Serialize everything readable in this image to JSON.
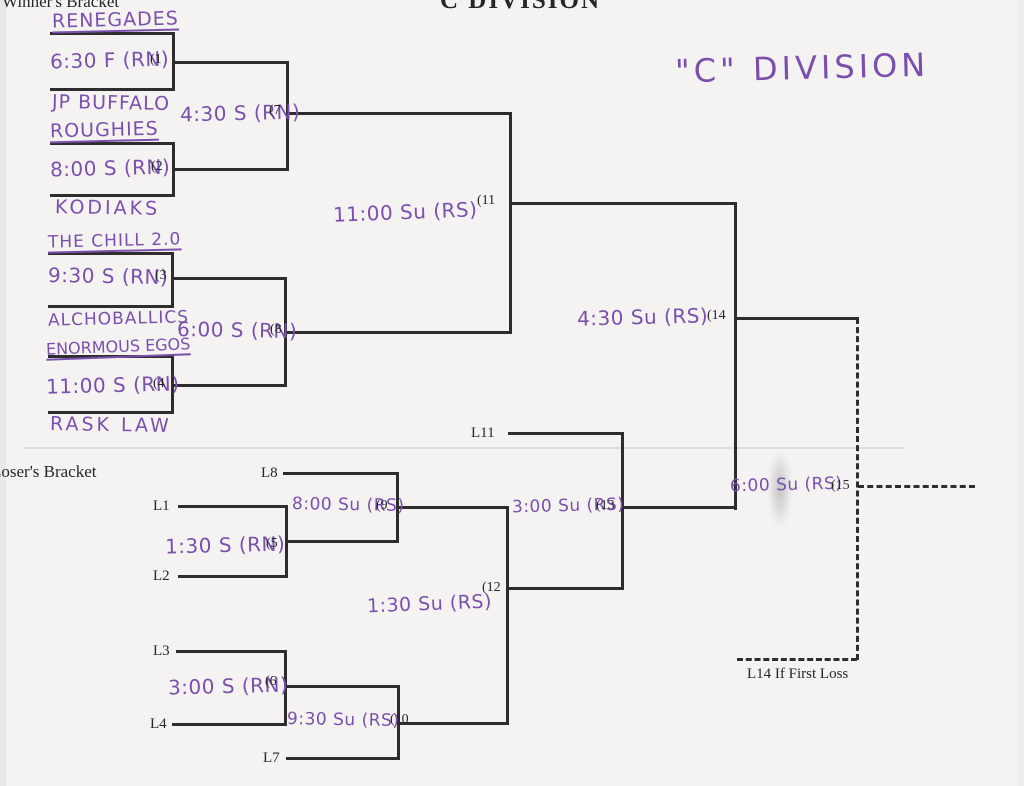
{
  "header": {
    "printed_title": "C DIVISION",
    "handwritten_title": "\"C\" DIVISION",
    "winners_label": "Winner's Bracket",
    "losers_label": "Loser's Bracket",
    "l14_note": "L14 If First Loss"
  },
  "colors": {
    "ink": "#7b4fae",
    "print": "#26262c",
    "line": "#2d2d2d",
    "paper": "#f4f3f1"
  },
  "teams": [
    "RENEGADES",
    "JP BUFFALO",
    "ROUGHIES",
    "KODIAKS",
    "THE CHILL 2.0",
    "ALCHOBALLICS",
    "ENORMOUS EGOS",
    "RASK LAW"
  ],
  "loser_slots": {
    "l1": "L1",
    "l2": "L2",
    "l3": "L3",
    "l4": "L4",
    "l7": "L7",
    "l8": "L8",
    "l11": "L11"
  },
  "games": {
    "g1": {
      "num": "(1",
      "time": "6:30 F (RN)"
    },
    "g2": {
      "num": "(2",
      "time": "8:00 S (RN)"
    },
    "g3": {
      "num": "(3",
      "time": "9:30 S (RN)"
    },
    "g4": {
      "num": "(4",
      "time": "11:00 S (RN)"
    },
    "g5": {
      "num": "(5",
      "time": "1:30 S (RN)"
    },
    "g6": {
      "num": "(6",
      "time": "3:00 S (RN)"
    },
    "g7": {
      "num": "(7",
      "time": "4:30 S (RN)"
    },
    "g8": {
      "num": "(8",
      "time": "6:00 S (RN)"
    },
    "g9": {
      "num": "(9",
      "time": "8:00 Su (RS)"
    },
    "g10": {
      "num": "(10",
      "time": "9:30 Su (RS)"
    },
    "g11": {
      "num": "(11",
      "time": "11:00 Su (RS)"
    },
    "g12": {
      "num": "(12",
      "time": "1:30 Su (RS)"
    },
    "g13": {
      "num": "(13",
      "time": "3:00 Su (RS)"
    },
    "g14": {
      "num": "(14",
      "time": "4:30 Su (RS)"
    },
    "g15": {
      "num": "(15",
      "time": "6:00 Su (RS)"
    }
  }
}
